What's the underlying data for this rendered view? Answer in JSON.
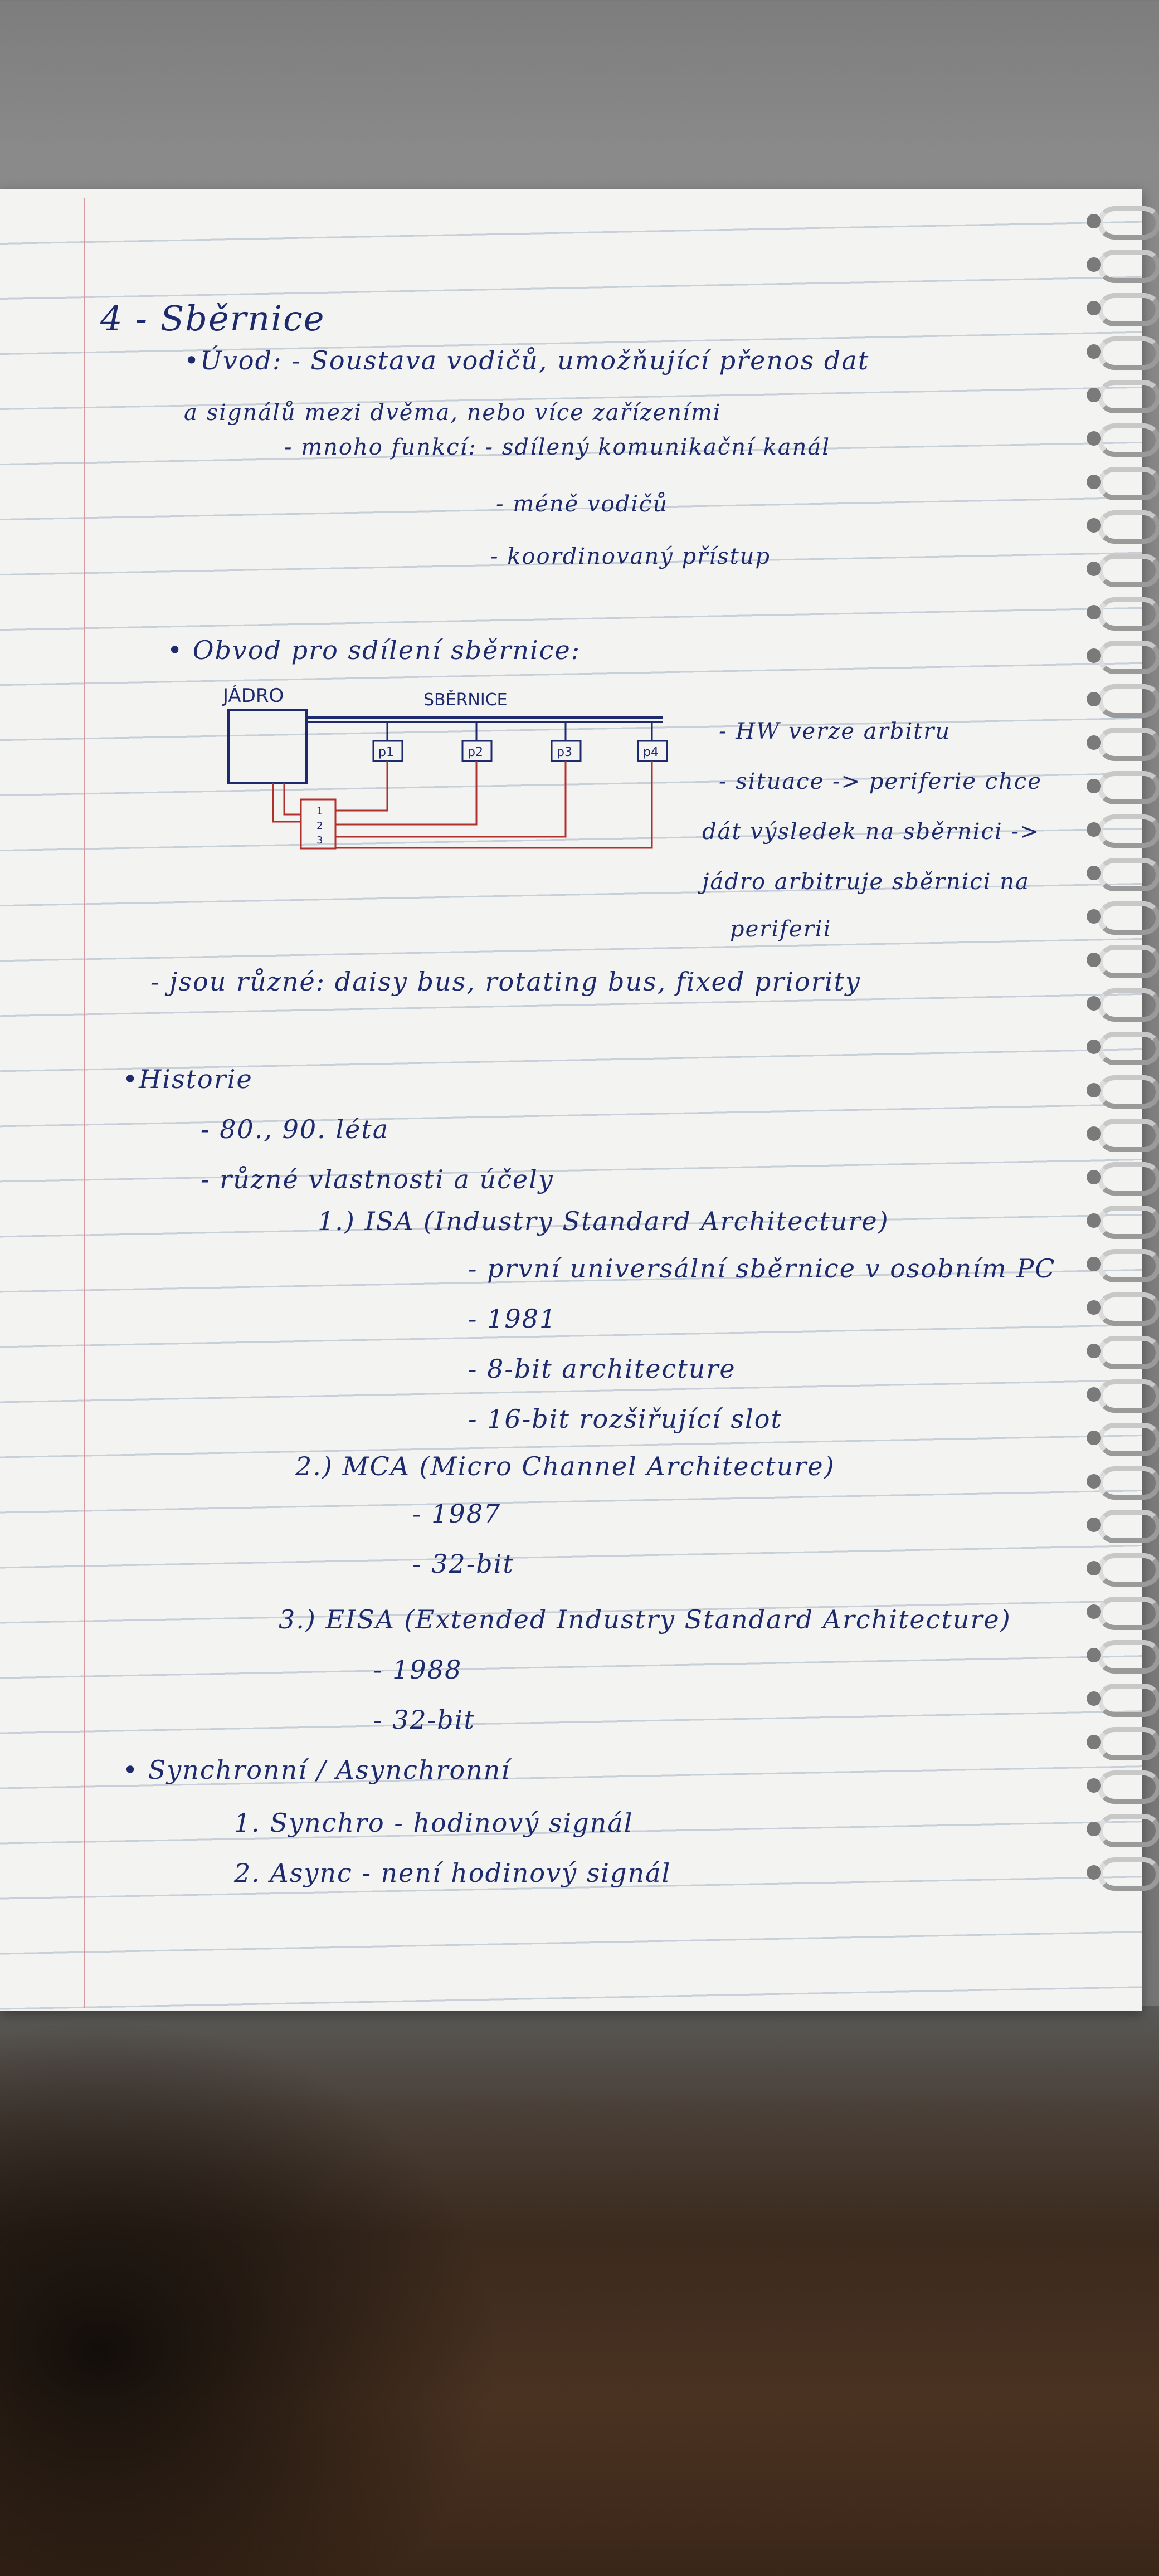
{
  "page": {
    "heading": "4 - Sběrnice",
    "lines": [
      "•Úvod: - Soustava vodičů, umožňující přenos dat",
      "a signálů mezi dvěma, nebo více zařízeními",
      "- mnoho funkcí: - sdílený komunikační kanál",
      "- méně vodičů",
      "- koordinovaný přístup",
      "• Obvod pro sdílení sběrnice:",
      "- HW verze arbitru",
      "- situace -> periferie chce",
      "dát výsledek na sběrnici ->",
      "jádro arbitruje sběrnici na",
      "periferii",
      "- jsou různé: daisy bus, rotating bus, fixed priority",
      "•Historie",
      "- 80., 90. léta",
      "- různé vlastnosti a účely",
      "1.) ISA (Industry Standard Architecture)",
      "- první universální sběrnice v osobním PC",
      "- 1981",
      "- 8-bit architecture",
      "- 16-bit rozšiřující slot",
      "2.) MCA (Micro Channel Architecture)",
      "- 1987",
      "- 32-bit",
      "3.) EISA (Extended Industry Standard Architecture)",
      "- 1988",
      "- 32-bit",
      "• Synchronní / Asynchronní",
      "1. Synchro - hodinový signál",
      "2. Async - není hodinový signál"
    ],
    "diagram": {
      "core_label": "JÁDRO",
      "bus_label": "SBĚRNICE",
      "peripherals": [
        "p1",
        "p2",
        "p3",
        "p4"
      ],
      "arbiter_numbers": [
        "1",
        "2",
        "3"
      ]
    }
  },
  "colors": {
    "ink": "#1d2a6e",
    "red_ink": "#b0302e",
    "paper": "#f3f3f1",
    "rule": "#c9cfd8",
    "margin": "#d49aa0"
  }
}
